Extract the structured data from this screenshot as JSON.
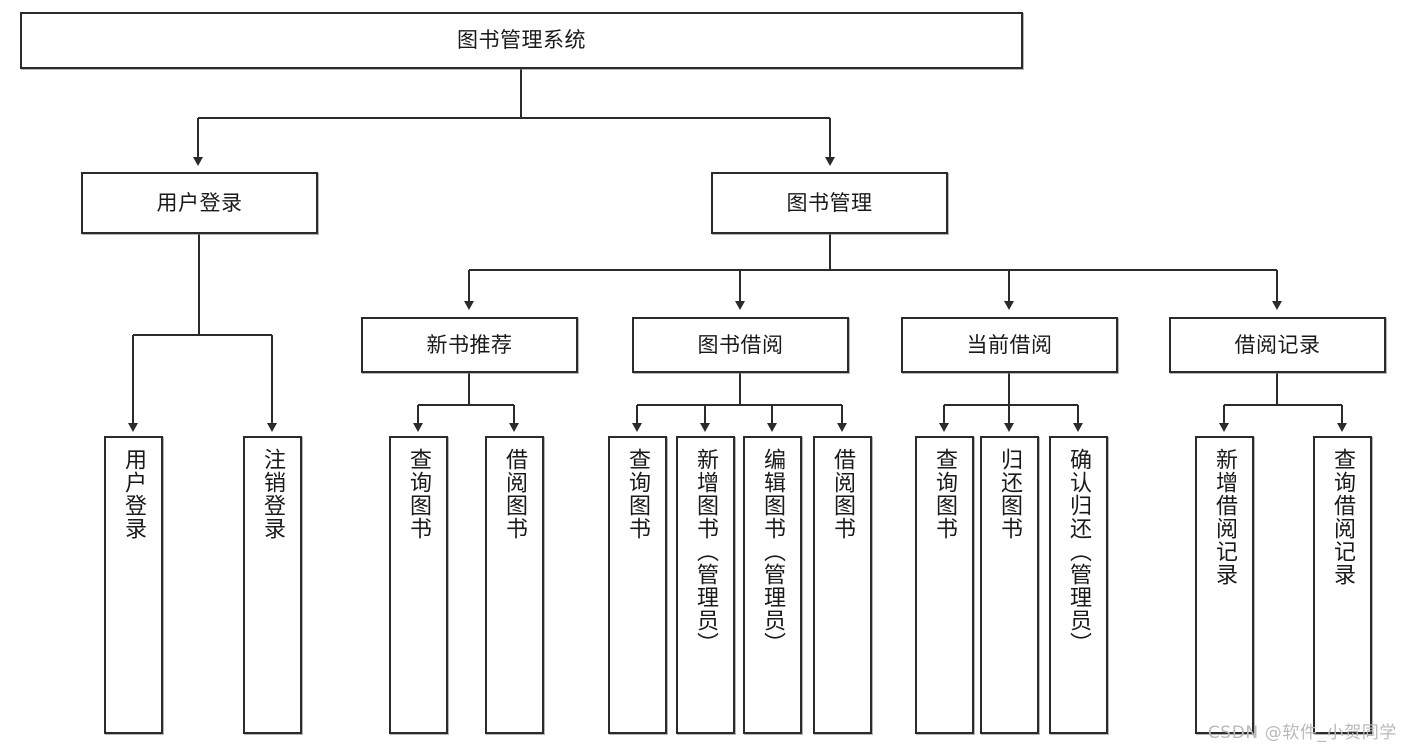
{
  "diagram": {
    "title": "图书管理系统",
    "watermark": "CSDN @软件_小贺同学",
    "root": {
      "label": "图书管理系统"
    },
    "level2": [
      {
        "label": "用户登录"
      },
      {
        "label": "图书管理"
      }
    ],
    "level3": [
      {
        "label": "新书推荐"
      },
      {
        "label": "图书借阅"
      },
      {
        "label": "当前借阅"
      },
      {
        "label": "借阅记录"
      }
    ],
    "leaves": {
      "user_login": [
        {
          "label": "用户登录"
        },
        {
          "label": "注销登录"
        }
      ],
      "new_book_recommend": [
        {
          "label": "查询图书"
        },
        {
          "label": "借阅图书"
        }
      ],
      "book_borrow": [
        {
          "label": "查询图书"
        },
        {
          "label": "新增图书（管理员）"
        },
        {
          "label": "编辑图书（管理员）"
        },
        {
          "label": "借阅图书"
        }
      ],
      "current_borrow": [
        {
          "label": "查询图书"
        },
        {
          "label": "归还图书"
        },
        {
          "label": "确认归还（管理员）"
        }
      ],
      "borrow_record": [
        {
          "label": "新增借阅记录"
        },
        {
          "label": "查询借阅记录"
        }
      ]
    },
    "colors": {
      "stroke": "#2b2b2b",
      "fill": "#ffffff",
      "text": "#1a1a1a",
      "watermark": "#b9b9b9"
    }
  },
  "chart_data": {
    "type": "tree",
    "title": "图书管理系统",
    "nodes": [
      {
        "id": "root",
        "label": "图书管理系统",
        "level": 0,
        "parent": null
      },
      {
        "id": "n-user-login",
        "label": "用户登录",
        "level": 1,
        "parent": "root"
      },
      {
        "id": "n-book-manage",
        "label": "图书管理",
        "level": 1,
        "parent": "root"
      },
      {
        "id": "n-user-login-do",
        "label": "用户登录",
        "level": 2,
        "parent": "n-user-login"
      },
      {
        "id": "n-user-logout",
        "label": "注销登录",
        "level": 2,
        "parent": "n-user-login"
      },
      {
        "id": "n-new-book",
        "label": "新书推荐",
        "level": 2,
        "parent": "n-book-manage"
      },
      {
        "id": "n-book-borrow",
        "label": "图书借阅",
        "level": 2,
        "parent": "n-book-manage"
      },
      {
        "id": "n-current-borrow",
        "label": "当前借阅",
        "level": 2,
        "parent": "n-book-manage"
      },
      {
        "id": "n-borrow-record",
        "label": "借阅记录",
        "level": 2,
        "parent": "n-book-manage"
      },
      {
        "id": "n-nb-query",
        "label": "查询图书",
        "level": 3,
        "parent": "n-new-book"
      },
      {
        "id": "n-nb-borrow",
        "label": "借阅图书",
        "level": 3,
        "parent": "n-new-book"
      },
      {
        "id": "n-bb-query",
        "label": "查询图书",
        "level": 3,
        "parent": "n-book-borrow"
      },
      {
        "id": "n-bb-add",
        "label": "新增图书（管理员）",
        "level": 3,
        "parent": "n-book-borrow"
      },
      {
        "id": "n-bb-edit",
        "label": "编辑图书（管理员）",
        "level": 3,
        "parent": "n-book-borrow"
      },
      {
        "id": "n-bb-borrow",
        "label": "借阅图书",
        "level": 3,
        "parent": "n-book-borrow"
      },
      {
        "id": "n-cb-query",
        "label": "查询图书",
        "level": 3,
        "parent": "n-current-borrow"
      },
      {
        "id": "n-cb-return",
        "label": "归还图书",
        "level": 3,
        "parent": "n-current-borrow"
      },
      {
        "id": "n-cb-confirm",
        "label": "确认归还（管理员）",
        "level": 3,
        "parent": "n-current-borrow"
      },
      {
        "id": "n-br-add",
        "label": "新增借阅记录",
        "level": 3,
        "parent": "n-borrow-record"
      },
      {
        "id": "n-br-query",
        "label": "查询借阅记录",
        "level": 3,
        "parent": "n-borrow-record"
      }
    ]
  }
}
